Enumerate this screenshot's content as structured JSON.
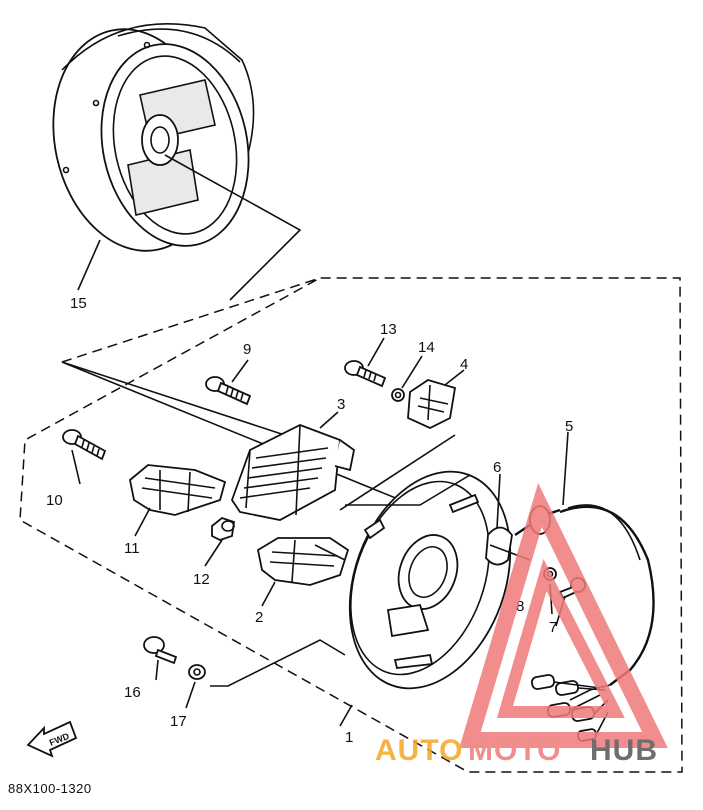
{
  "callouts": {
    "p1": "1",
    "p2": "2",
    "p3": "3",
    "p4": "4",
    "p5": "5",
    "p6": "6",
    "p7": "7",
    "p8": "8",
    "p9": "9",
    "p10": "10",
    "p11": "11",
    "p12": "12",
    "p13": "13",
    "p14": "14",
    "p15": "15",
    "p16": "16",
    "p17": "17"
  },
  "fwd_label": "FWD",
  "drawing_code": "88X100-1320",
  "watermark": {
    "part1": "AUTO",
    "part2": "MOTO",
    "part3": "HUB",
    "color_orange": "#f5a623",
    "color_red": "#f07a7a",
    "color_grey": "#555555"
  }
}
